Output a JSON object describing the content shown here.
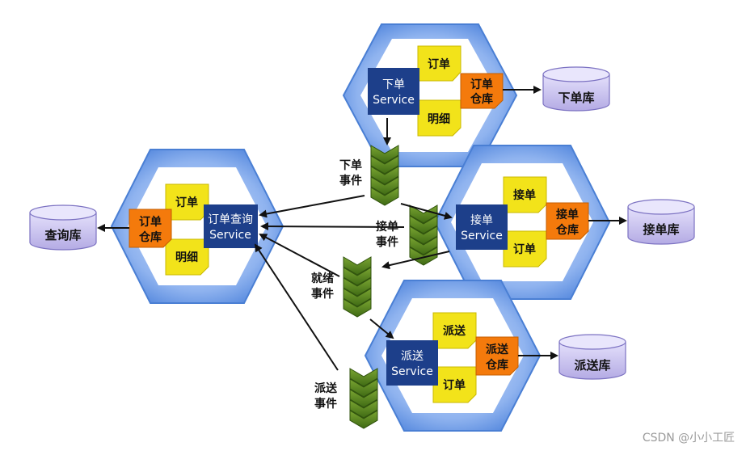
{
  "services": {
    "order_place": {
      "service_line1": "下单",
      "service_line2": "Service",
      "entity_top": "订单",
      "entity_bottom": "明细",
      "repo_line1": "订单",
      "repo_line2": "仓库",
      "db": "下单库"
    },
    "order_query": {
      "service_line1": "订单查询",
      "service_line2": "Service",
      "entity_top": "订单",
      "entity_bottom": "明细",
      "repo_line1": "订单",
      "repo_line2": "仓库",
      "db": "查询库"
    },
    "order_accept": {
      "service_line1": "接单",
      "service_line2": "Service",
      "entity_top": "接单",
      "entity_bottom": "订单",
      "repo_line1": "接单",
      "repo_line2": "仓库",
      "db": "接单库"
    },
    "delivery": {
      "service_line1": "派送",
      "service_line2": "Service",
      "entity_top": "派送",
      "entity_bottom": "订单",
      "repo_line1": "派送",
      "repo_line2": "仓库",
      "db": "派送库"
    }
  },
  "events": {
    "order_placed": {
      "line1": "下单",
      "line2": "事件"
    },
    "order_accepted": {
      "line1": "接单",
      "line2": "事件"
    },
    "ready": {
      "line1": "就绪",
      "line2": "事件"
    },
    "delivered": {
      "line1": "派送",
      "line2": "事件"
    }
  },
  "watermark": "CSDN @小小工匠",
  "colors": {
    "hex_outer": "#5b8fe0",
    "hex_inner": "#ffffff",
    "service_box": "#1d3f8a",
    "entity_note": "#f2e31a",
    "repository": "#f47a0c",
    "database": "#c6c0ec",
    "event_chevron": "#4d7a1d"
  }
}
